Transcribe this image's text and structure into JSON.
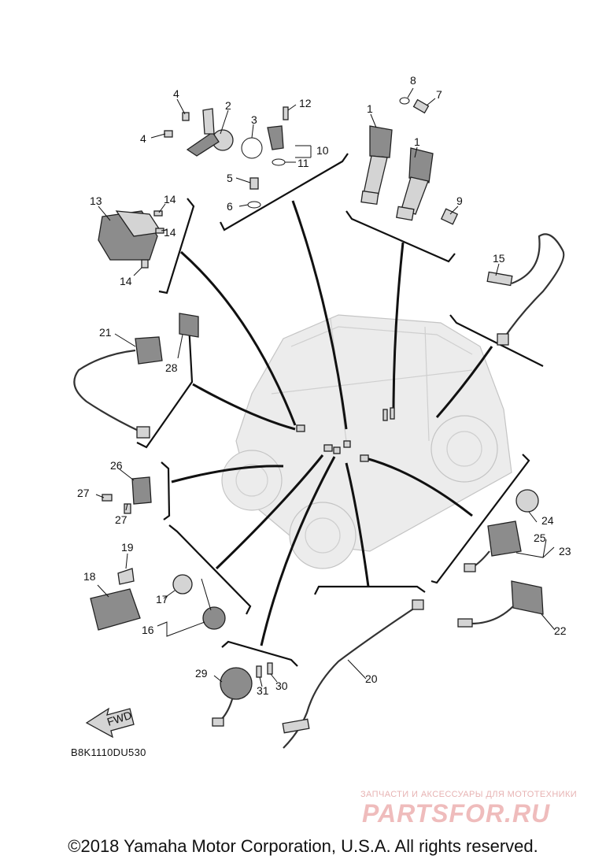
{
  "callouts": [
    {
      "label": "1"
    },
    {
      "label": "1"
    },
    {
      "label": "2"
    },
    {
      "label": "3"
    },
    {
      "label": "4"
    },
    {
      "label": "4"
    },
    {
      "label": "5"
    },
    {
      "label": "6"
    },
    {
      "label": "7"
    },
    {
      "label": "8"
    },
    {
      "label": "9"
    },
    {
      "label": "10"
    },
    {
      "label": "11"
    },
    {
      "label": "12"
    },
    {
      "label": "13"
    },
    {
      "label": "14"
    },
    {
      "label": "14"
    },
    {
      "label": "14"
    },
    {
      "label": "15"
    },
    {
      "label": "16"
    },
    {
      "label": "17"
    },
    {
      "label": "18"
    },
    {
      "label": "19"
    },
    {
      "label": "20"
    },
    {
      "label": "21"
    },
    {
      "label": "22"
    },
    {
      "label": "23"
    },
    {
      "label": "24"
    },
    {
      "label": "25"
    },
    {
      "label": "26"
    },
    {
      "label": "27"
    },
    {
      "label": "27"
    },
    {
      "label": "28"
    },
    {
      "label": "29"
    },
    {
      "label": "30"
    },
    {
      "label": "31"
    }
  ],
  "fwd_arrow": {
    "label": "FWD"
  },
  "drawing_code": "B8K1110DU530",
  "watermark": {
    "tagline": "ЗАПЧАСТИ И АКСЕССУАРЫ ДЛЯ МОТОТЕХНИКИ",
    "logo": "PARTSFOR.RU"
  },
  "copyright": "©2018 Yamaha Motor Corporation, U.S.A. All rights reserved."
}
